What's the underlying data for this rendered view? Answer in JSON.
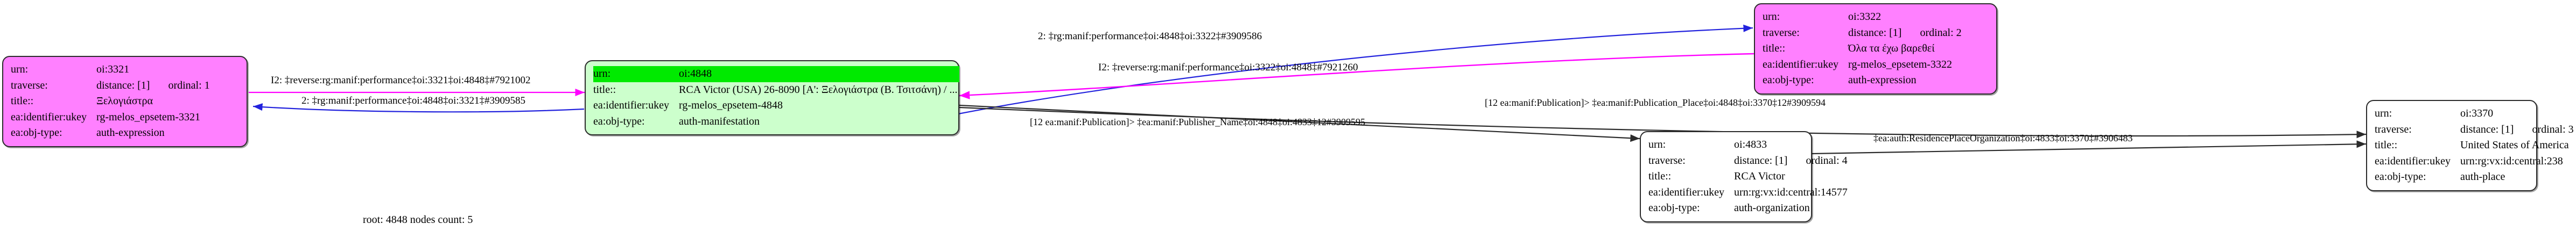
{
  "graph": {
    "caption": "root: 4848 nodes count: 5",
    "colors": {
      "node_magenta": "#ff80ff",
      "node_green_fill": "#ccffcc",
      "node_green_highlight": "#00ea00",
      "node_white": "#ffffff",
      "node_border": "#2b2b2b",
      "edge_magenta": "#ff00ff",
      "edge_blue": "#2222dd",
      "edge_black": "#2b2b2b"
    },
    "field_labels": {
      "urn": "urn:",
      "traverse": "traverse:",
      "title": "title::",
      "ukey": "ea:identifier:ukey",
      "objtype": "ea:obj-type:"
    }
  },
  "nodes": [
    {
      "id": "oi3321",
      "fill": "magenta",
      "urn": "oi:3321",
      "traverse_distance": "distance: [1]",
      "traverse_ordinal": "ordinal: 1",
      "title": "Ξελογιάστρα",
      "ukey": "rg-melos_epsetem-3321",
      "objtype": "auth-expression"
    },
    {
      "id": "oi4848",
      "fill": "green",
      "urn": "oi:4848",
      "title": "RCA Victor (USA) 26-8090 [Α': Ξελογιάστρα (Β. Τσιτσάνη) / ...",
      "ukey": "rg-melos_epsetem-4848",
      "objtype": "auth-manifestation"
    },
    {
      "id": "oi3322",
      "fill": "magenta",
      "urn": "oi:3322",
      "traverse_distance": "distance: [1]",
      "traverse_ordinal": "ordinal: 2",
      "title": "Όλα τα έχω βαρεθεί",
      "ukey": "rg-melos_epsetem-3322",
      "objtype": "auth-expression"
    },
    {
      "id": "oi4833",
      "fill": "white",
      "urn": "oi:4833",
      "traverse_distance": "distance: [1]",
      "traverse_ordinal": "ordinal: 4",
      "title": "RCA Victor",
      "ukey": "urn:rg:vx:id:central:14577",
      "objtype": "auth-organization"
    },
    {
      "id": "oi3370",
      "fill": "white",
      "urn": "oi:3370",
      "traverse_distance": "distance: [1]",
      "traverse_ordinal": "ordinal: 3",
      "title": "United States of America",
      "ukey": "urn:rg:vx:id:central:238",
      "objtype": "auth-place"
    }
  ],
  "edge_labels": {
    "e1_reverse_3321": "I2: ‡reverse:rg:manif:performance‡oi:3321‡oi:4848‡#7921002",
    "e2_forward_3321": "2: ‡rg:manif:performance‡oi:4848‡oi:3321‡#3909585",
    "e3_forward_3322": "2: ‡rg:manif:performance‡oi:4848‡oi:3322‡#3909586",
    "e4_reverse_3322": "I2: ‡reverse:rg:manif:performance‡oi:3322‡oi:4848‡#7921260",
    "e5_publisher_name": "[12 ea:manif:Publication]> ‡ea:manif:Publisher_Name‡oi:4848‡oi:4833‡12#3909595",
    "e6_publication_place": "[12 ea:manif:Publication]> ‡ea:manif:Publication_Place‡oi:4848‡oi:3370‡12#3909594",
    "e7_residence_place_org": "‡ea:auth:ResidencePlaceOrganization‡oi:4833‡oi:3370‡#3906483"
  }
}
